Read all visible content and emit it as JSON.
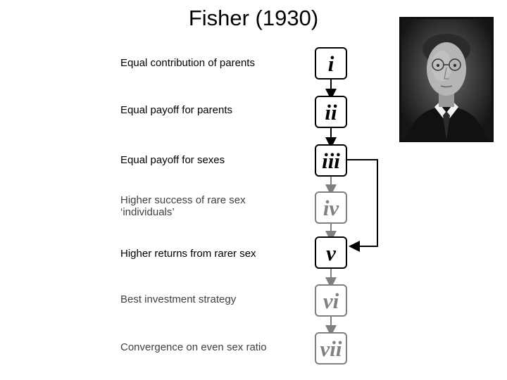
{
  "title": "Fisher (1930)",
  "steps": [
    {
      "numeral": "i",
      "label": "Equal contribution of parents",
      "tone": "dark"
    },
    {
      "numeral": "ii",
      "label": "Equal payoff for parents",
      "tone": "dark"
    },
    {
      "numeral": "iii",
      "label": "Equal payoff for sexes",
      "tone": "dark"
    },
    {
      "numeral": "iv",
      "label": "Higher success of rare sex\n‘individuals’",
      "tone": "grey"
    },
    {
      "numeral": "v",
      "label": "Higher returns from rarer sex",
      "tone": "dark"
    },
    {
      "numeral": "vi",
      "label": "Best investment strategy",
      "tone": "grey"
    },
    {
      "numeral": "vii",
      "label": "Convergence on even sex ratio",
      "tone": "grey"
    }
  ],
  "colors": {
    "dark": "#000000",
    "grey": "#808080"
  },
  "portrait_icon": "portrait-photo"
}
